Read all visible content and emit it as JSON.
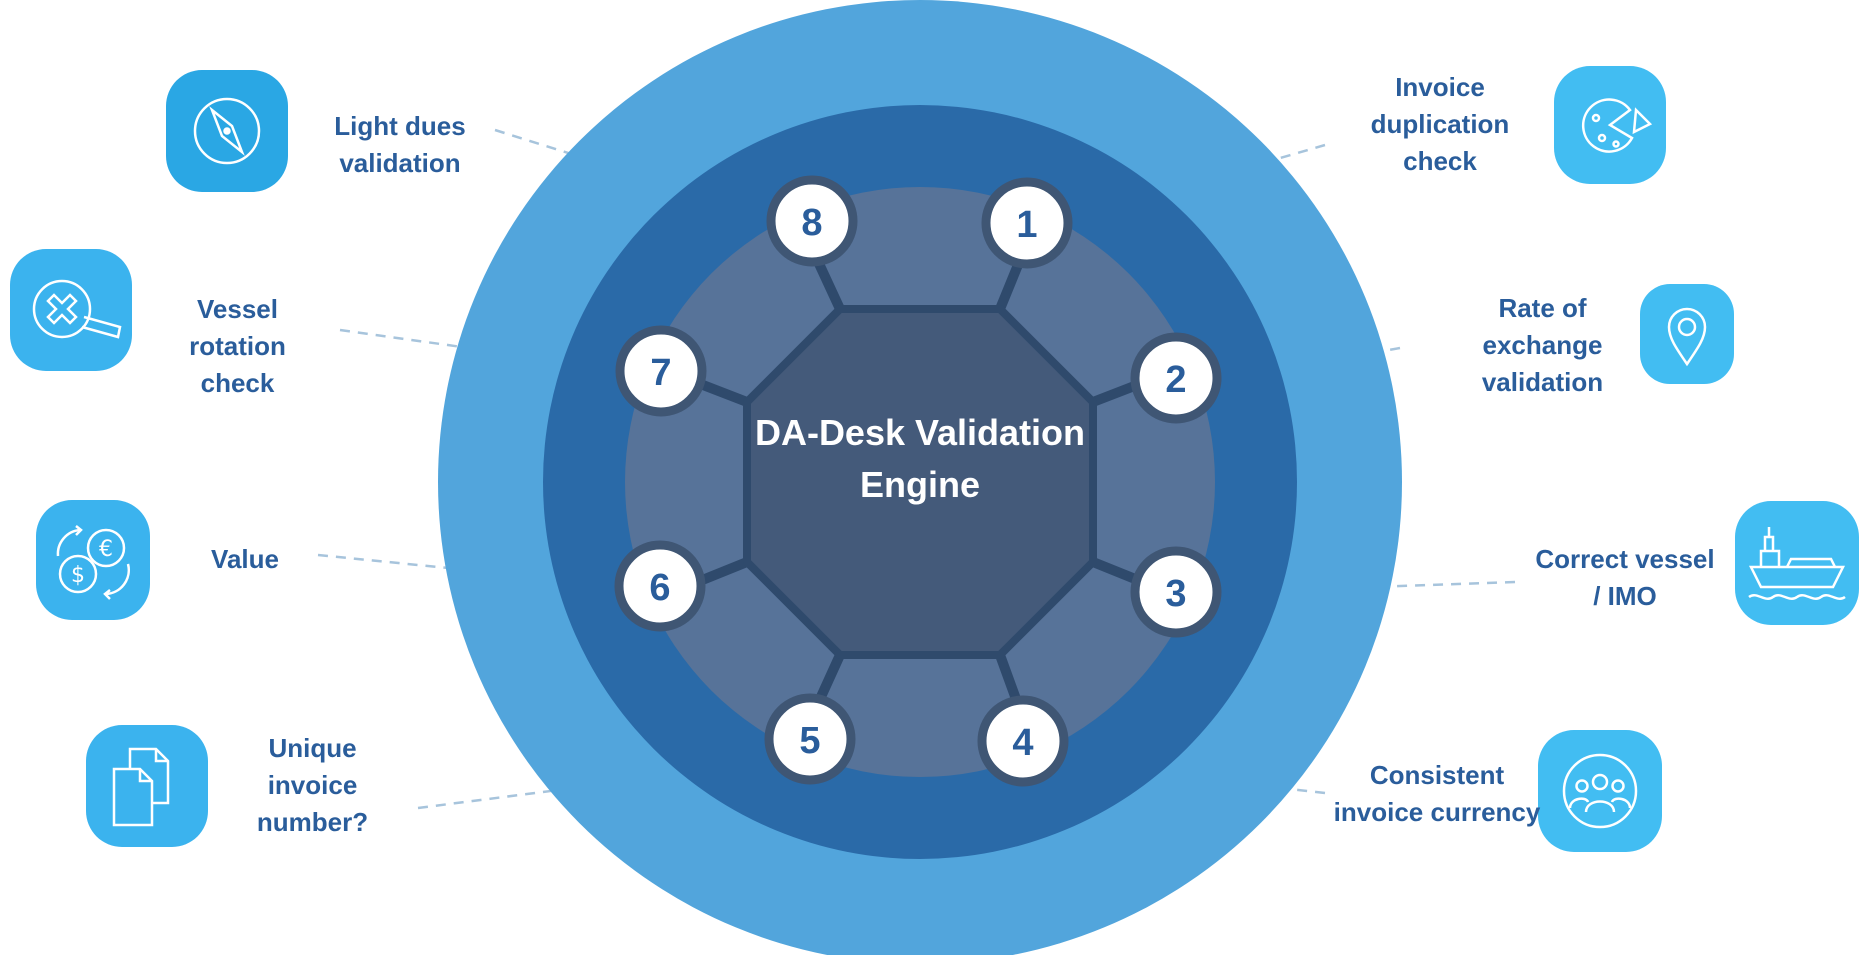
{
  "center": {
    "line1": "DA-Desk Validation",
    "line2": "Engine"
  },
  "numbers": [
    "1",
    "2",
    "3",
    "4",
    "5",
    "6",
    "7",
    "8"
  ],
  "checks": {
    "light_dues": "Light dues\nvalidation",
    "invoice_duplication": "Invoice\nduplication\ncheck",
    "vessel_rotation": "Vessel\nrotation\ncheck",
    "rate_of_exchange": "Rate of\nexchange\nvalidation",
    "value": "Value",
    "correct_vessel": "Correct vessel\n/ IMO",
    "unique_invoice": "Unique\ninvoice\nnumber?",
    "consistent_currency": "Consistent\ninvoice currency"
  },
  "icons": {
    "light_dues": "compass-icon",
    "invoice_duplication": "pie-chart-icon",
    "vessel_rotation": "search-cross-icon",
    "rate_of_exchange": "location-pin-icon",
    "value": "currency-exchange-icon",
    "correct_vessel": "ship-icon",
    "unique_invoice": "documents-icon",
    "consistent_currency": "group-icon"
  },
  "colors": {
    "outer_ring": "#52a5dc",
    "middle_ring": "#2a6aa8",
    "inner_ring": "#577399",
    "core": "#445a7a",
    "number_circle_border": "#3f5674",
    "icon_box": "#3bb3ee",
    "label_text": "#2a5d9b"
  }
}
